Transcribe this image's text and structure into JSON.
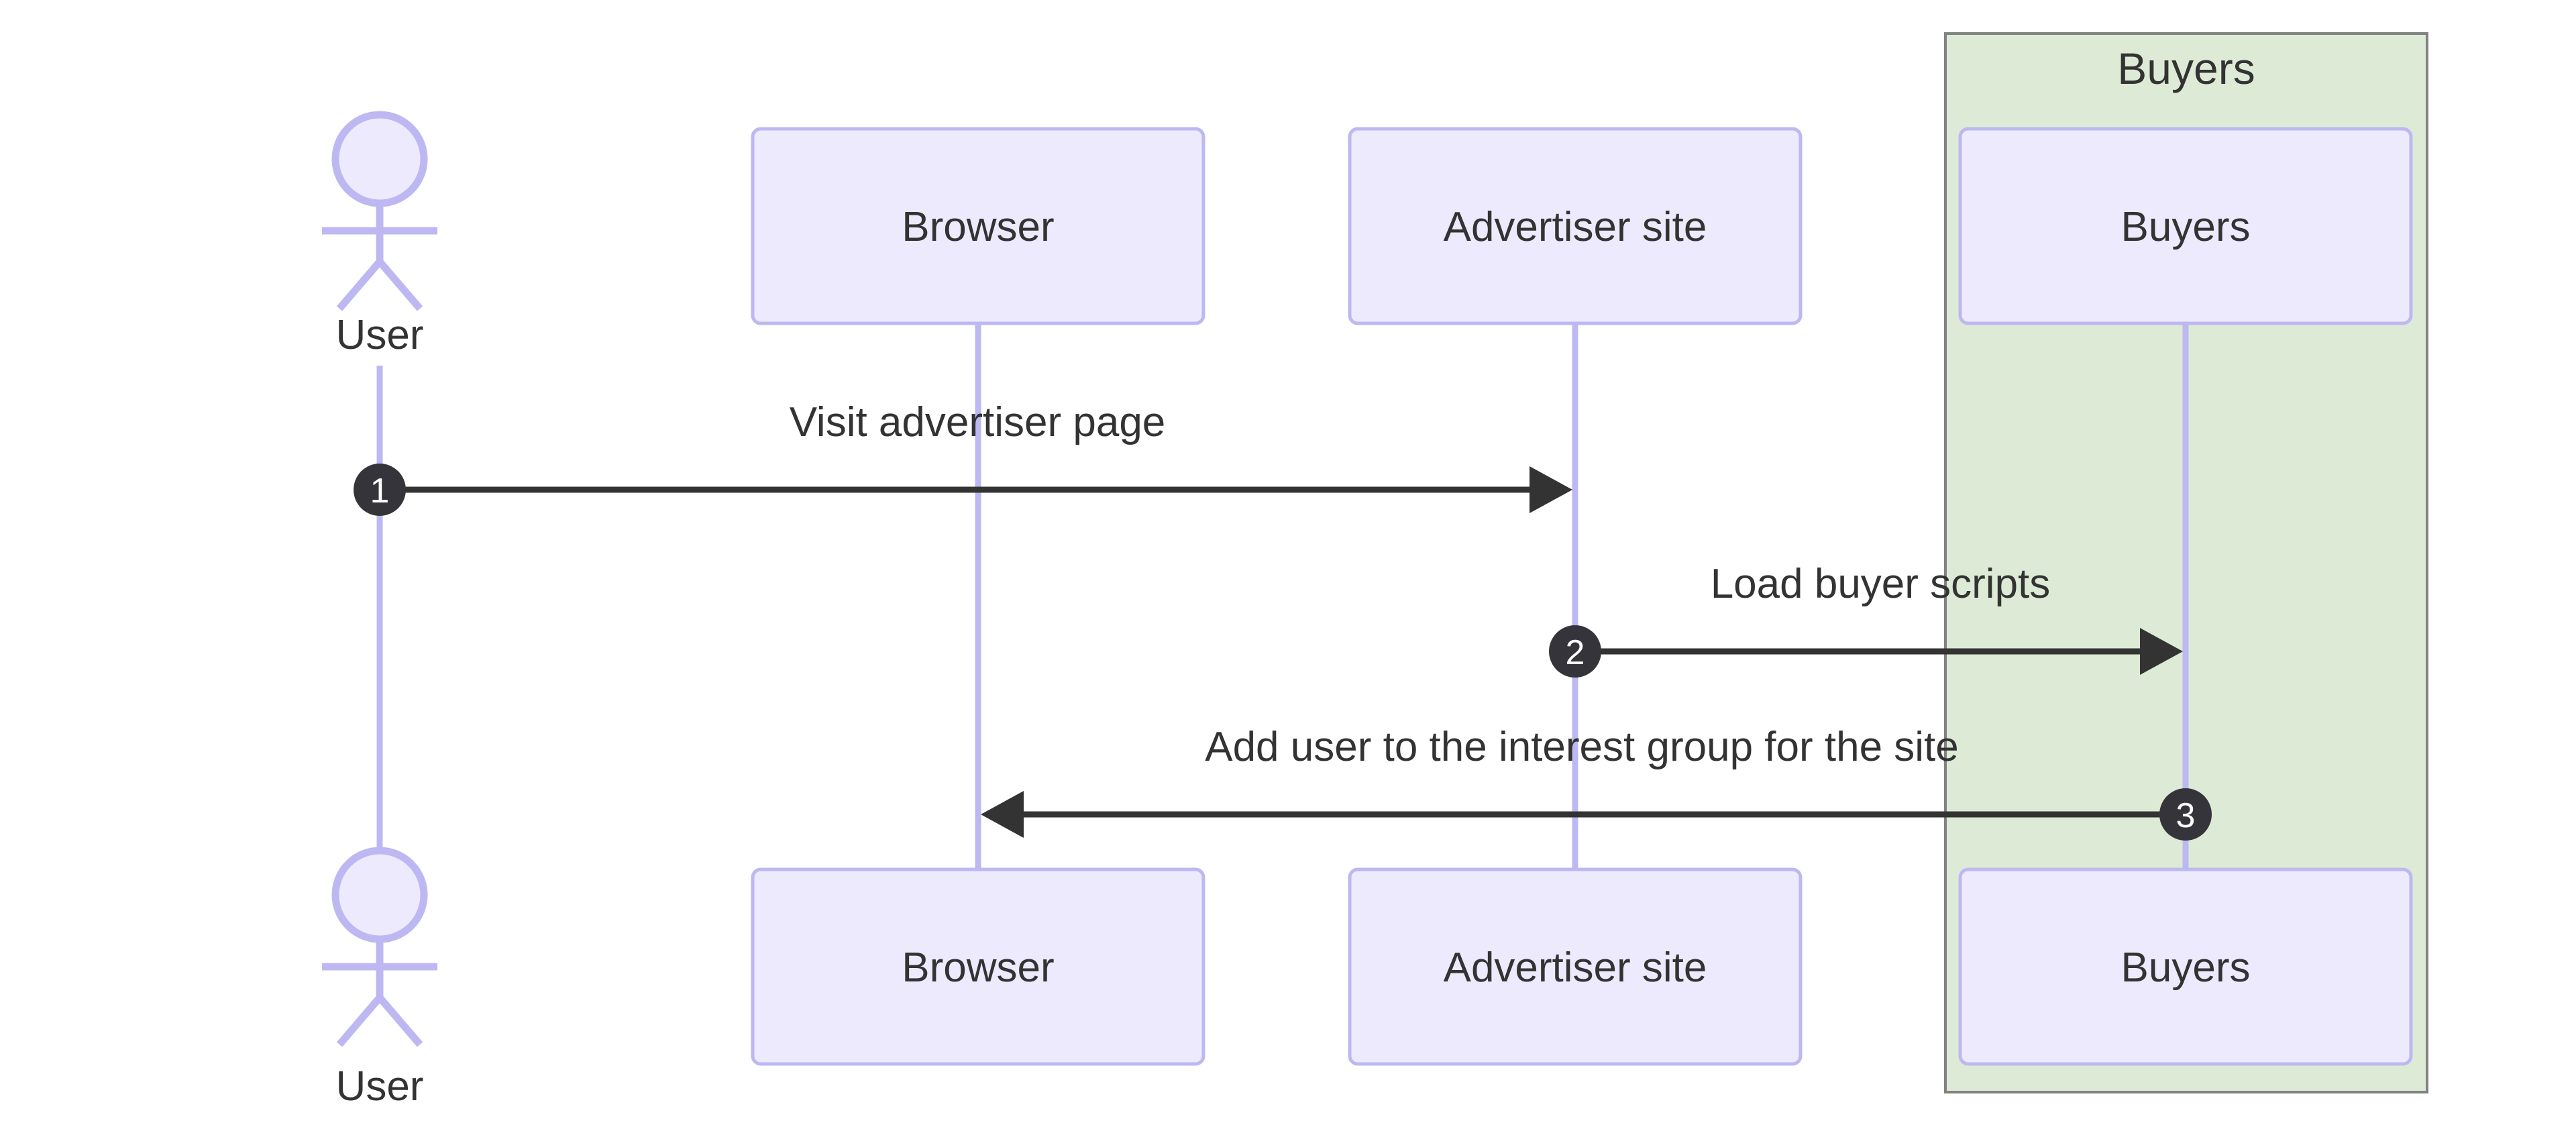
{
  "diagram": {
    "type": "sequence",
    "group": {
      "label": "Buyers"
    },
    "actor": {
      "label": "User"
    },
    "participants": [
      {
        "label": "Browser"
      },
      {
        "label": "Advertiser site"
      },
      {
        "label": "Buyers"
      }
    ],
    "messages": [
      {
        "num": "1",
        "text": "Visit advertiser page"
      },
      {
        "num": "2",
        "text": "Load buyer scripts"
      },
      {
        "num": "3",
        "text": "Add user to the interest group for the site"
      }
    ],
    "colors": {
      "background": "#FFFFFF",
      "box_fill": "#ECEAFC",
      "box_stroke": "#BDB8F2",
      "lifeline": "#BDB8F2",
      "group_fill": "#DDEBD6",
      "group_stroke": "#828282",
      "text": "#333333",
      "arrow": "#333333",
      "number_bg": "#36343B",
      "number_text": "#FFFFFF"
    }
  }
}
